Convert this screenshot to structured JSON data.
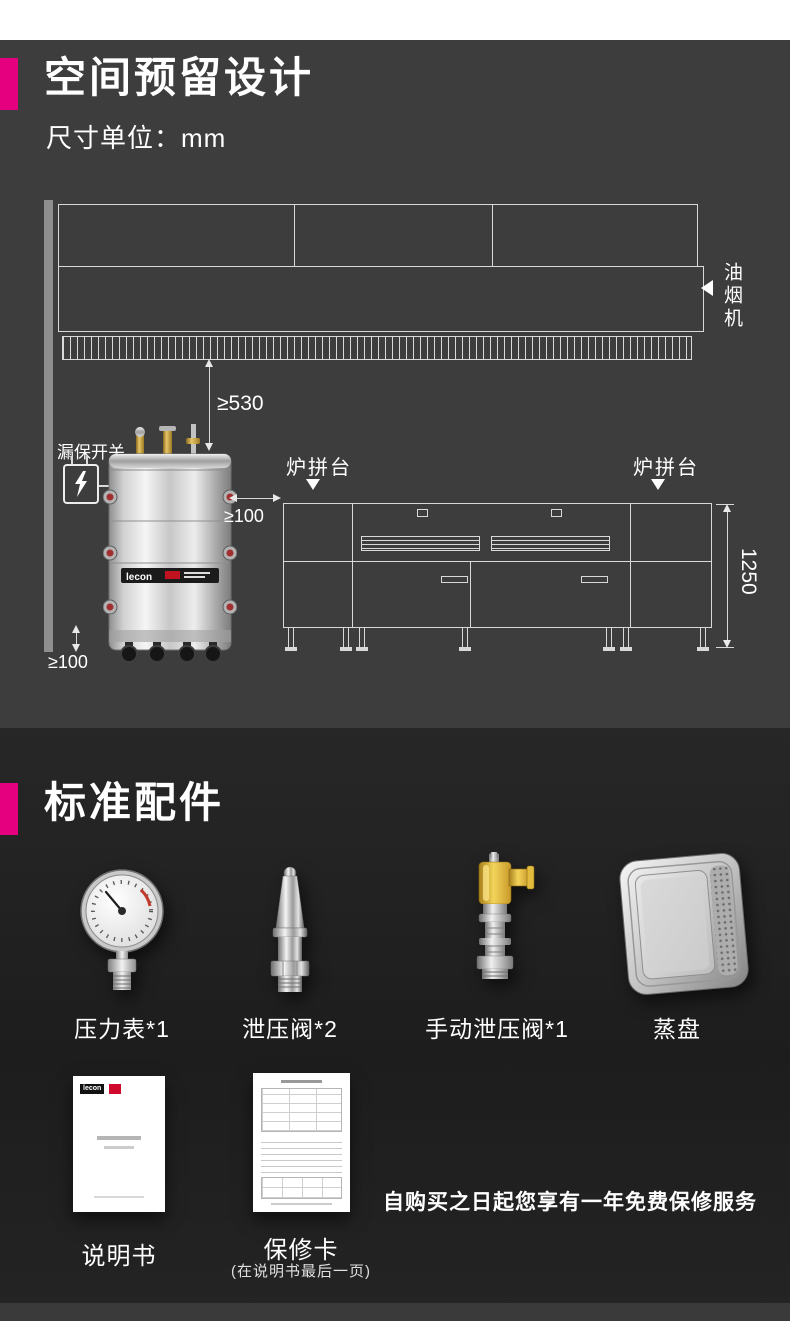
{
  "colors": {
    "accent": "#e4007f"
  },
  "section_space": {
    "title": "空间预留设计",
    "unit_label": "尺寸单位：mm",
    "hood_label": "油烟机",
    "dim_hood_clearance": "≥530",
    "dim_side_clearance": "≥100",
    "dim_bottom_clearance": "≥100",
    "dim_counter_height": "1250",
    "leakage_switch_label": "漏保开关",
    "counter_label_left": "炉拼台",
    "counter_label_right": "炉拼台",
    "machine_brand": "lecon"
  },
  "section_accessories": {
    "title": "标准配件",
    "items": [
      {
        "icon": "pressure-gauge",
        "label": "压力表*1"
      },
      {
        "icon": "relief-valve",
        "label": "泄压阀*2"
      },
      {
        "icon": "manual-relief-valve",
        "label": "手动泄压阀*1"
      },
      {
        "icon": "steam-tray",
        "label": "蒸盘"
      }
    ],
    "manual": {
      "label": "说明书",
      "logo": "lecon"
    },
    "warranty_card": {
      "label": "保修卡",
      "note": "(在说明书最后一页)"
    },
    "warranty_text": "自购买之日起您享有一年免费保修服务"
  }
}
